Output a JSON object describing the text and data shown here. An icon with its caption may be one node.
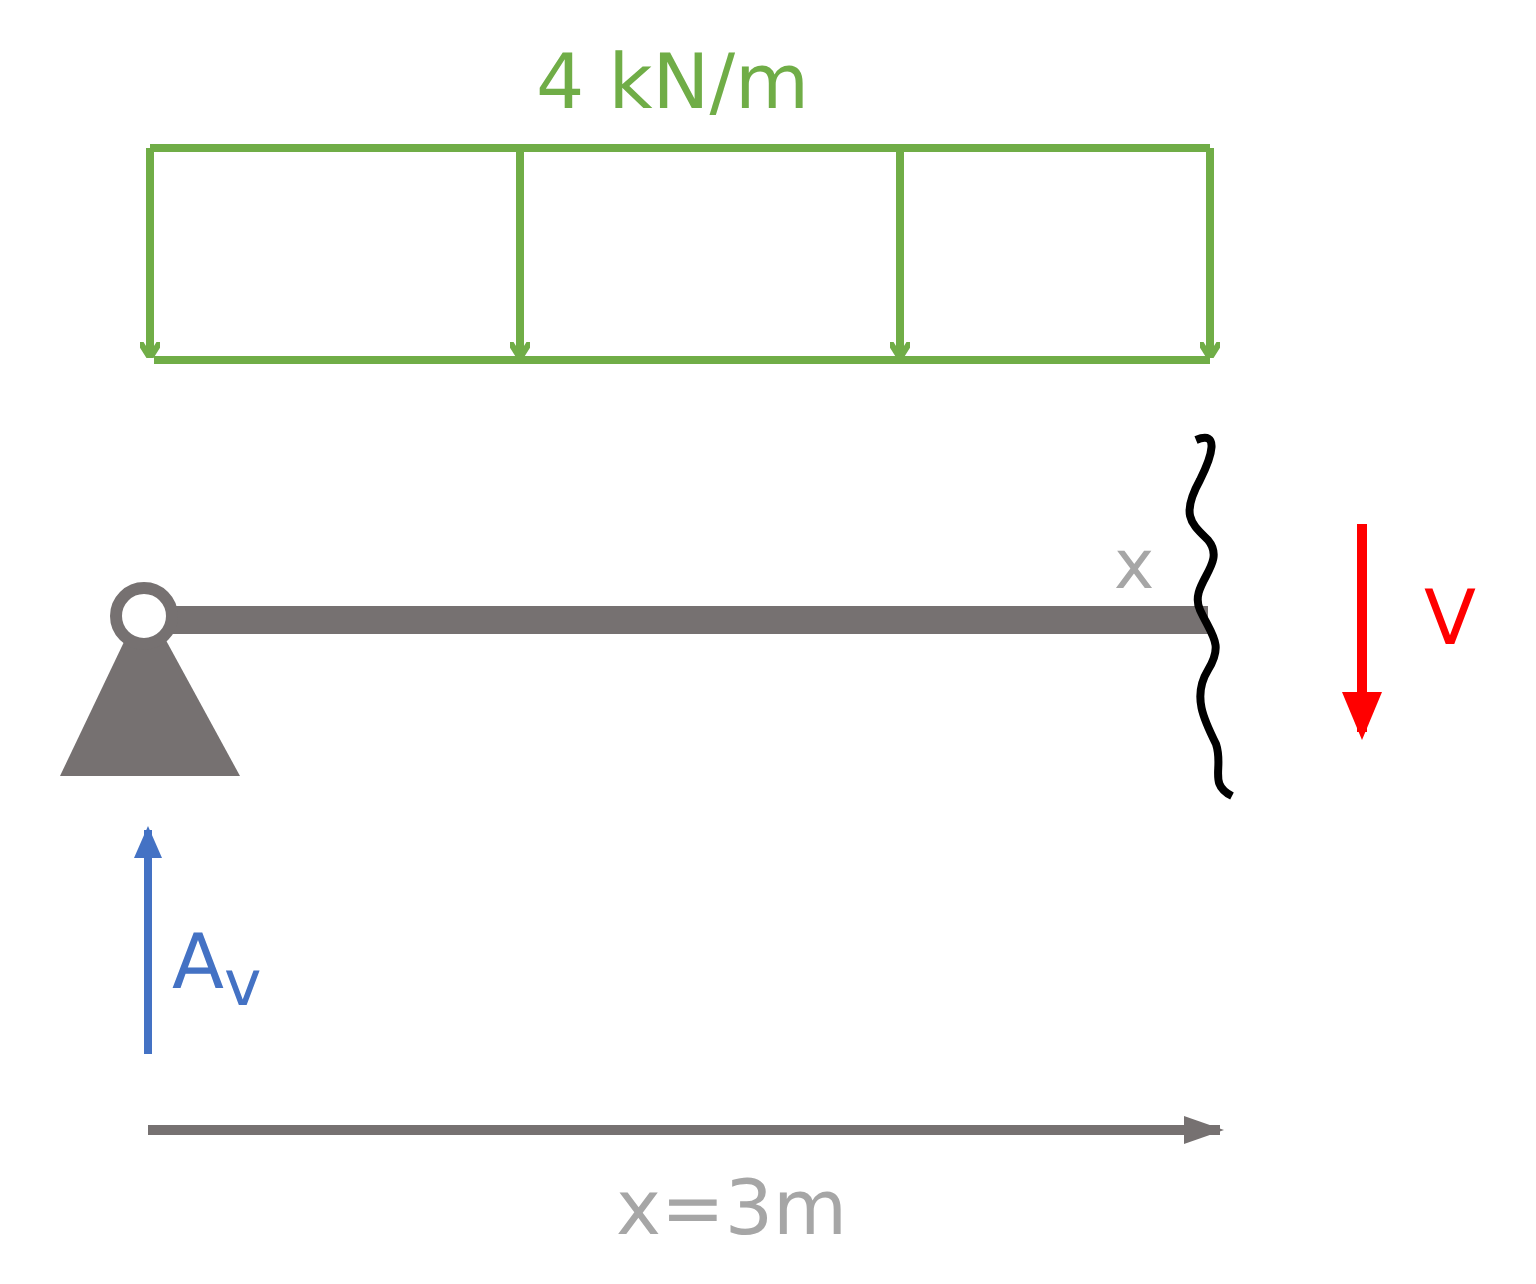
{
  "diagram": {
    "labels": [
      "4 kN/m",
      "x",
      "V",
      "A$_{v}$",
      "x=3m"
    ]
  }
}
